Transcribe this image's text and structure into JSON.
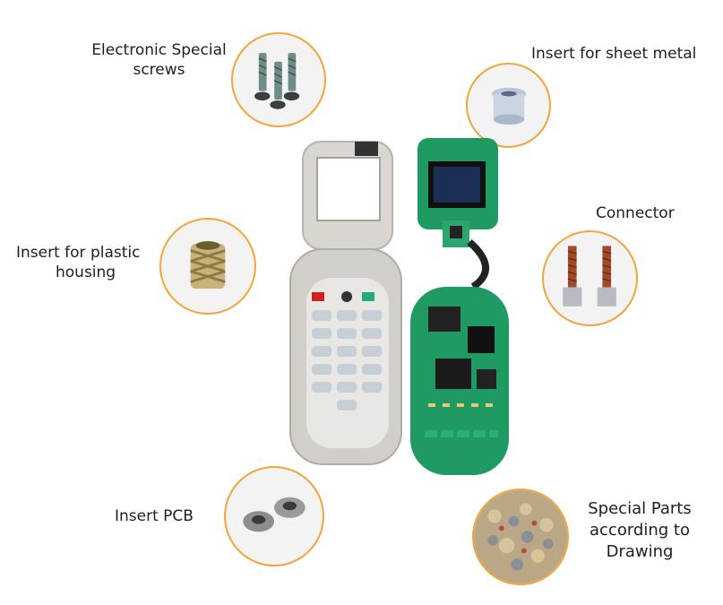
{
  "callouts": [
    {
      "id": "screws",
      "lines": [
        "Electronic Special",
        "screws"
      ],
      "icon": "screw-icon"
    },
    {
      "id": "sheet-metal",
      "lines": [
        "Insert for sheet metal"
      ],
      "icon": "sheet-metal-insert-icon"
    },
    {
      "id": "plastic",
      "lines": [
        "Insert for plastic",
        "housing"
      ],
      "icon": "brass-insert-icon"
    },
    {
      "id": "connector",
      "lines": [
        "Connector"
      ],
      "icon": "connector-icon"
    },
    {
      "id": "pcb",
      "lines": [
        "Insert PCB"
      ],
      "icon": "pcb-insert-icon"
    },
    {
      "id": "special",
      "lines": [
        "Special Parts",
        "according to",
        "Drawing"
      ],
      "icon": "special-parts-icon"
    }
  ],
  "colors": {
    "accent": "#f0a63a",
    "pcb": "#1f9a62",
    "housing": "#d9d6d2"
  }
}
